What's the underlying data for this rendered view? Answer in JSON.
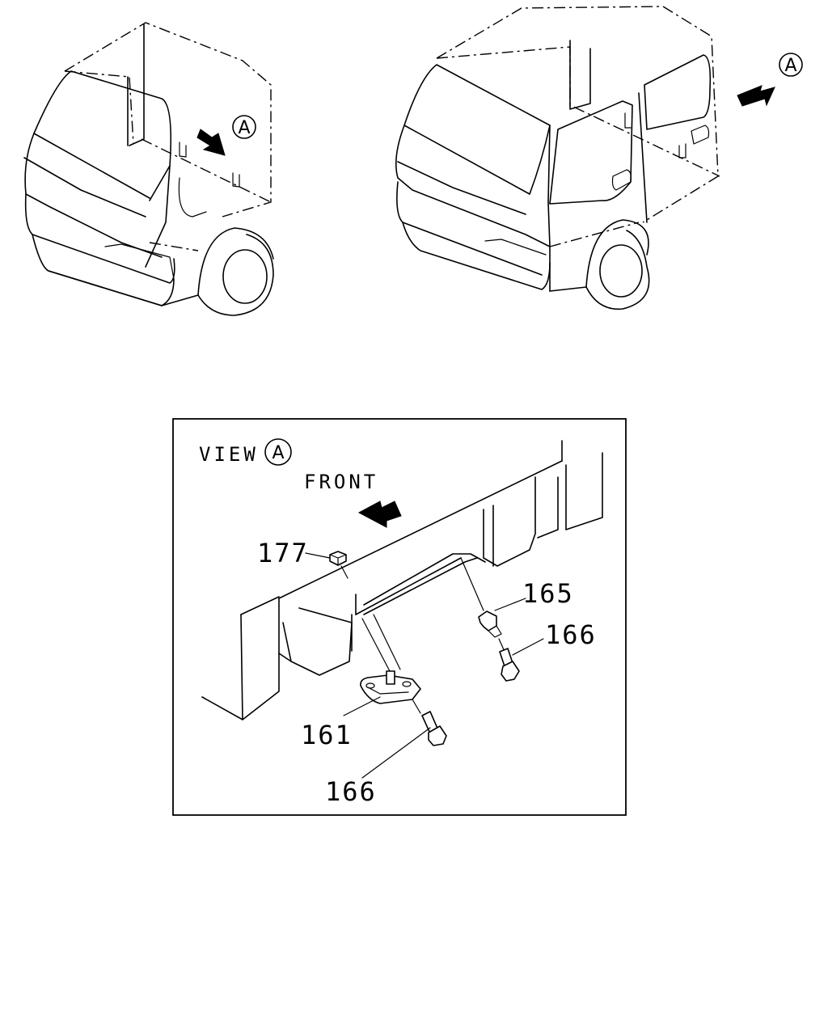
{
  "view_marker": "A",
  "detail_view": {
    "view_word": "VIEW",
    "view_letter": "A",
    "direction_label": "FRONT"
  },
  "callouts": {
    "part_177": "177",
    "part_165": "165",
    "part_166_upper": "166",
    "part_161": "161",
    "part_166_lower": "166"
  }
}
